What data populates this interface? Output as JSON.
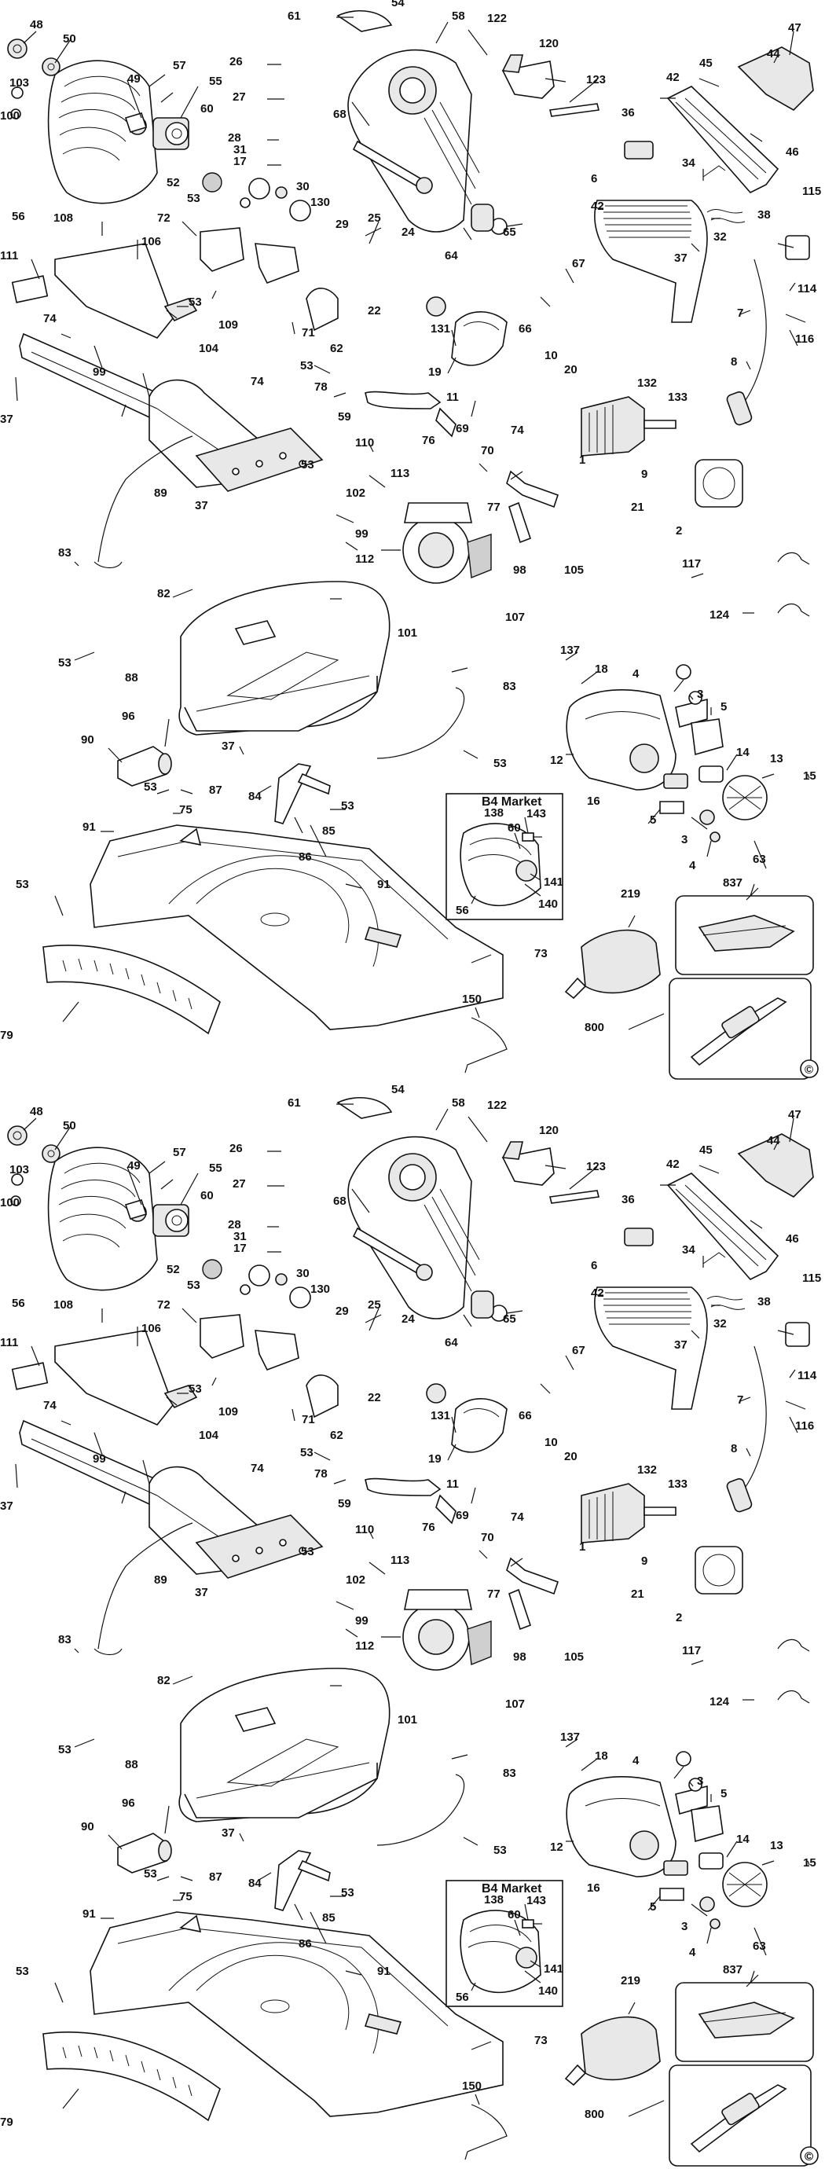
{
  "diagram": {
    "inset_title": "B4 Market",
    "copyright_symbol": "©",
    "top_labels": {
      "l48": "48",
      "l50": "50",
      "l103": "103",
      "l100": "100",
      "l49": "49",
      "l56": "56",
      "l57": "57",
      "l55": "55",
      "l60": "60",
      "l26": "26",
      "l27": "27",
      "l28": "28",
      "l17": "17",
      "l31": "31",
      "l52": "52",
      "l53a": "53",
      "l30": "30",
      "l130": "130",
      "l29": "29",
      "l61": "61",
      "l54": "54",
      "l58": "58",
      "l122": "122",
      "l120": "120",
      "l123": "123",
      "l68": "68",
      "l64": "64",
      "l65": "65",
      "l24": "24",
      "l25": "25",
      "l22": "22",
      "l131": "131",
      "l47": "47",
      "l44": "44",
      "l45": "45",
      "l42a": "42",
      "l46": "46",
      "l36": "36",
      "l6": "6",
      "l34": "34",
      "l38": "38",
      "l115": "115",
      "l42b": "42",
      "l32": "32",
      "l37a": "37",
      "l114": "114",
      "l7": "7",
      "l116": "116",
      "l8": "8",
      "l67": "67",
      "l66": "66",
      "l132": "132",
      "l133": "133",
      "l108": "108",
      "l72": "72",
      "l106": "106",
      "l111": "111",
      "l53b": "53",
      "l109": "109",
      "l104": "104",
      "l71": "71",
      "l62": "62",
      "l74a": "74",
      "l99a": "99",
      "l37b": "37",
      "l89": "89",
      "l53c": "53",
      "l78": "78",
      "l74b": "74",
      "l19": "19",
      "l11": "11",
      "l59": "59",
      "l10": "10",
      "l20": "20",
      "l1": "1",
      "l9": "9",
      "l21": "21",
      "l2": "2",
      "l110": "110",
      "l76": "76",
      "l69": "69",
      "l70": "70",
      "l74c": "74",
      "l53d": "53",
      "l102": "102",
      "l113": "113",
      "l77": "77",
      "l37c": "37",
      "l99b": "99",
      "l112": "112",
      "l83a": "83",
      "l82": "82",
      "l98": "98",
      "l105": "105",
      "l107": "107",
      "l117": "117",
      "l101": "101",
      "l124": "124",
      "l53e": "53",
      "l88": "88",
      "l137": "137",
      "l18": "18",
      "l4a": "4",
      "l3a": "3",
      "l5a": "5",
      "l12": "12",
      "l83b": "83",
      "l53f": "53",
      "l14": "14",
      "l13": "13",
      "l15": "15",
      "l96": "96",
      "l90": "90",
      "l37d": "37",
      "l84": "84",
      "l53g": "53",
      "l87": "87",
      "l53h": "53",
      "l75": "75",
      "l85": "85",
      "l86": "86",
      "l16": "16",
      "l5b": "5",
      "l3b": "3",
      "l4b": "4",
      "l63": "63",
      "l837": "837",
      "l91a": "91",
      "l91b": "91",
      "l138": "138",
      "l143": "143",
      "l60b": "60",
      "l141": "141",
      "l140": "140",
      "l56b": "56",
      "l53i": "53",
      "l219": "219",
      "l73": "73",
      "l150": "150",
      "l800": "800",
      "l79": "79"
    }
  }
}
